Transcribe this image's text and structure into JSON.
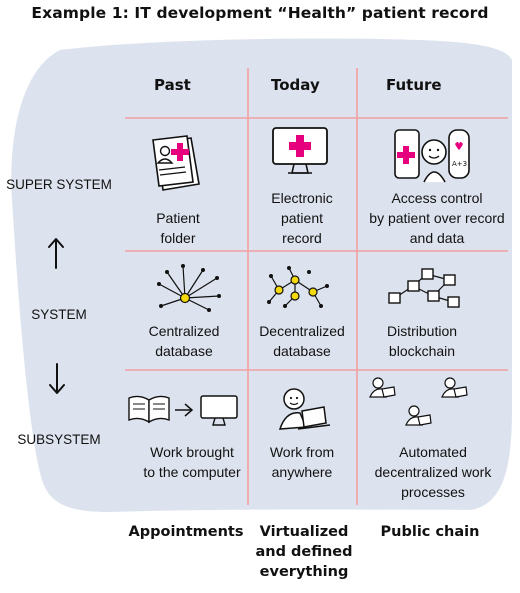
{
  "title": "Example 1: IT development “Health” patient record",
  "columns": [
    "Past",
    "Today",
    "Future"
  ],
  "levels": {
    "super": "SUPER SYSTEM",
    "system": "SYSTEM",
    "sub": "SUBSYSTEM"
  },
  "cells": {
    "super_past": "Patient\nfolder",
    "super_today": "Electronic\npatient\nrecord",
    "super_future": "Access control\nby patient over record\nand data",
    "system_past": "Centralized\ndatabase",
    "system_today": "Decentralized\ndatabase",
    "system_future": "Distribution\nblockchain",
    "sub_past": "Work brought\nto the computer",
    "sub_today": "Work from\nanywhere",
    "sub_future": "Automated\ndecentralized work\nprocesses"
  },
  "footer": {
    "past": "Appointments",
    "today": "Virtualized\nand defined\neverything",
    "future": "Public chain"
  },
  "icon_text": "A+3",
  "colors": {
    "background_blob": "#dde3ee",
    "grid_line": "#f2a0a0",
    "accent_magenta": "#e6007e",
    "node_yellow": "#f5d90a"
  }
}
